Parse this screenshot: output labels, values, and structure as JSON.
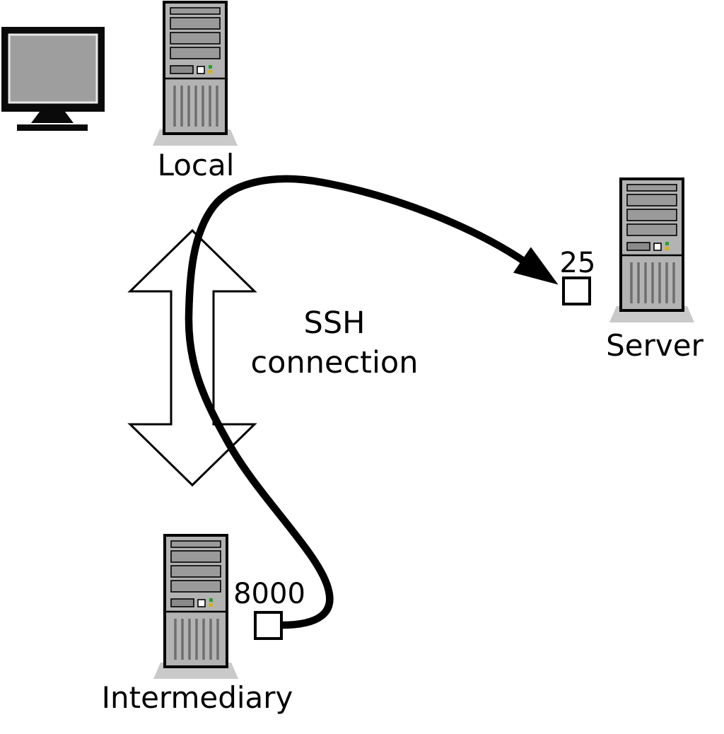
{
  "diagram": {
    "monitor": {
      "icon": "monitor-icon"
    },
    "nodes": {
      "local": {
        "label": "Local",
        "icon": "computer-tower-icon"
      },
      "server": {
        "label": "Server",
        "port": "25",
        "icon": "computer-tower-icon"
      },
      "intermediary": {
        "label": "Intermediary",
        "port": "8000",
        "icon": "computer-tower-icon"
      }
    },
    "connection": {
      "line1": "SSH",
      "line2": "connection"
    },
    "colors": {
      "background": "#ffffff",
      "tower_body": "#b3b3b3",
      "tower_bay": "#9a9a9a",
      "pedestal": "#c9c9c9",
      "tunnel_line": "#000000",
      "double_arrow_fill": "#ffffff",
      "port_box_fill": "#ffffff",
      "outline": "#000000"
    }
  }
}
